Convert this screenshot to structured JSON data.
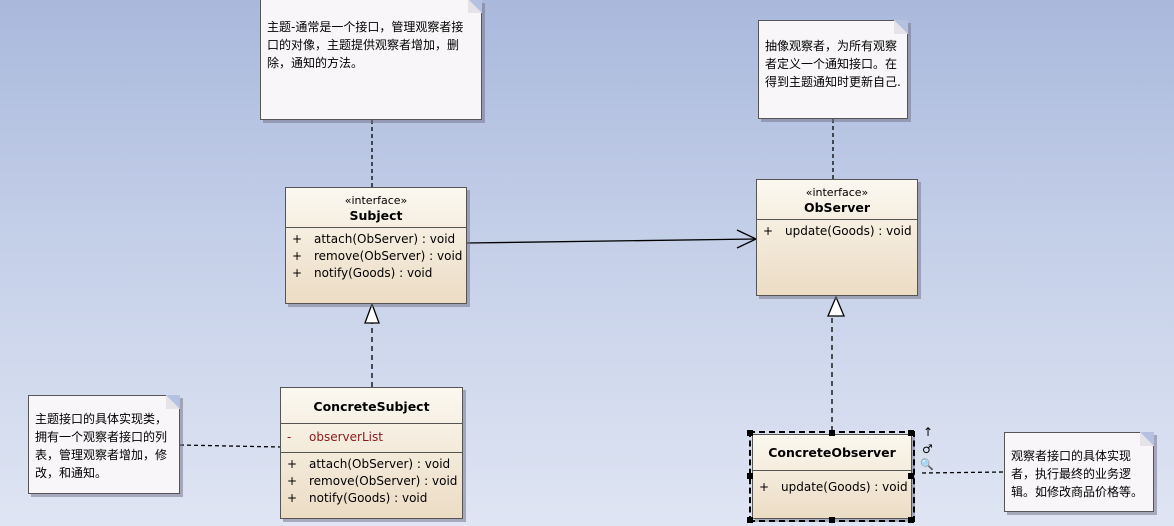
{
  "notes": {
    "subject": "主题-通常是一个接口，管理观察者接口的对像，主题提供观察者增加，删除，通知的方法。",
    "observer": "抽像观察者，为所有观察者定义一个通知接口。在得到主题通知时更新自己.",
    "concrete_subject": "主题接口的具体实现类，拥有一个观察者接口的列表，管理观察者增加，修改，和通知。",
    "concrete_observer": "观察者接口的具体实现者，执行最终的业务逻辑。如修改商品价格等。"
  },
  "classes": {
    "subject": {
      "stereotype": "«interface»",
      "name": "Subject",
      "operations": [
        {
          "vis": "+",
          "sig": "attach(ObServer) : void"
        },
        {
          "vis": "+",
          "sig": "remove(ObServer) : void"
        },
        {
          "vis": "+",
          "sig": "notify(Goods) : void"
        }
      ]
    },
    "observer": {
      "stereotype": "«interface»",
      "name": "ObServer",
      "operations": [
        {
          "vis": "+",
          "sig": "update(Goods) : void"
        }
      ]
    },
    "concrete_subject": {
      "name": "ConcreteSubject",
      "attributes": [
        {
          "vis": "-",
          "sig": "observerList"
        }
      ],
      "operations": [
        {
          "vis": "+",
          "sig": "attach(ObServer) : void"
        },
        {
          "vis": "+",
          "sig": "remove(ObServer) : void"
        },
        {
          "vis": "+",
          "sig": "notify(Goods) : void"
        }
      ]
    },
    "concrete_observer": {
      "name": "ConcreteObserver",
      "operations": [
        {
          "vis": "+",
          "sig": "update(Goods) : void"
        }
      ]
    }
  },
  "selection_tools": {
    "up_arrow_icon": "↑",
    "link_icon": "♂",
    "magnifier_icon": "🔍"
  }
}
